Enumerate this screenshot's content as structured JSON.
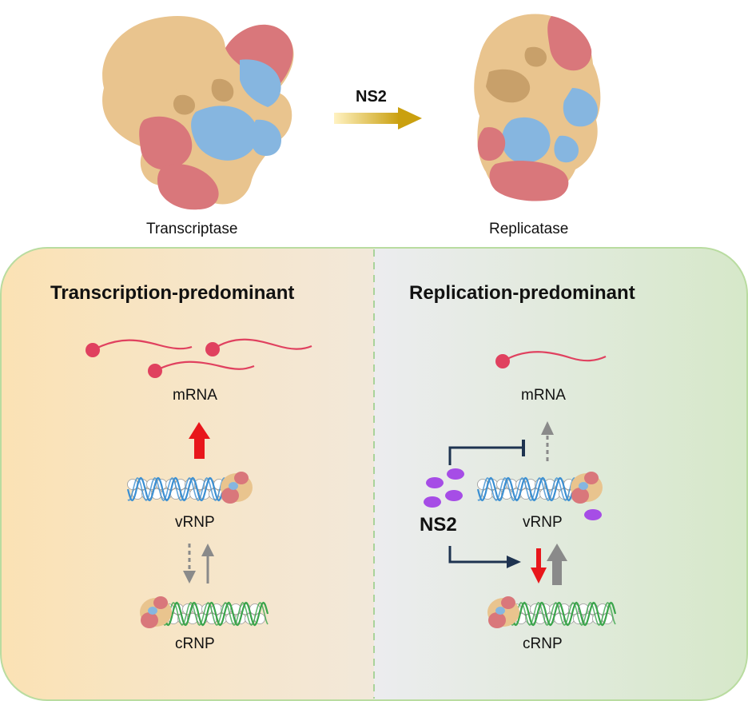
{
  "top": {
    "left_structure_label": "Transcriptase",
    "right_structure_label": "Replicatase",
    "arrow_label": "NS2"
  },
  "panels": {
    "left": {
      "title": "Transcription-predominant",
      "mrna_label": "mRNA",
      "vrnp_label": "vRNP",
      "crnp_label": "cRNP"
    },
    "right": {
      "title": "Replication-predominant",
      "mrna_label": "mRNA",
      "vrnp_label": "vRNP",
      "crnp_label": "cRNP",
      "ns2_label": "NS2"
    }
  },
  "colors": {
    "tan": "#e9c48e",
    "salmon": "#d9777b",
    "blue": "#86b6e0",
    "mrna": "#e0415f",
    "red_arrow": "#e8161b",
    "gray_arrow": "#8a8a8a",
    "navy": "#1e3350",
    "ns2_purple": "#a64de6",
    "helix_blue": "#3b8fd2",
    "helix_green": "#3aa54b",
    "panel_border": "#b9dca0"
  }
}
